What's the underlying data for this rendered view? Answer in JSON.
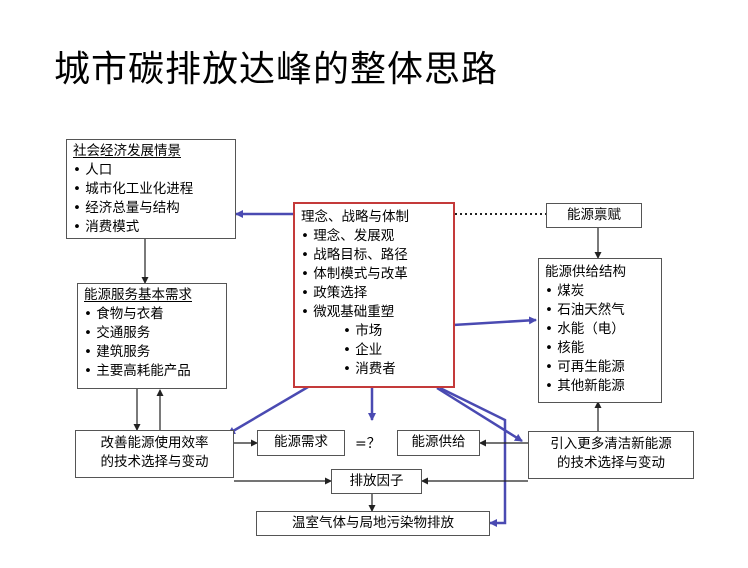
{
  "title": "城市碳排放达峰的整体思路",
  "socio_box": {
    "heading": "社会经济发展情景",
    "items": [
      "人口",
      "城市化工业化进程",
      "经济总量与结构",
      "消费模式"
    ]
  },
  "service_box": {
    "heading": "能源服务基本需求",
    "items": [
      "食物与衣着",
      "交通服务",
      "建筑服务",
      "主要高耗能产品"
    ]
  },
  "central_box": {
    "heading": "理念、战略与体制",
    "items": [
      "理念、发展观",
      "战略目标、路径",
      "体制模式与改革",
      "政策选择",
      "微观基础重塑"
    ],
    "sub_items": [
      "市场",
      "企业",
      "消费者"
    ]
  },
  "endowment_box": {
    "label": "能源禀赋"
  },
  "supply_structure_box": {
    "heading": "能源供给结构",
    "items": [
      "煤炭",
      "石油天然气",
      "水能（电）",
      "核能",
      "可再生能源",
      "其他新能源"
    ]
  },
  "efficiency_box": {
    "lines": [
      "改善能源使用效率",
      "的技术选择与变动"
    ]
  },
  "demand_box": {
    "label": "能源需求"
  },
  "compare_text": "=？",
  "supply_box": {
    "label": "能源供给"
  },
  "clean_energy_box": {
    "lines": [
      "引入更多清洁新能源",
      "的技术选择与变动"
    ]
  },
  "emission_factor_box": {
    "label": "排放因子"
  },
  "ghg_box": {
    "label": "温室气体与局地污染物排放"
  },
  "colors": {
    "central_border": "#c43a3a",
    "arrow_blue": "#4a4ab2",
    "arrow_black": "#222222",
    "border": "#555555"
  }
}
